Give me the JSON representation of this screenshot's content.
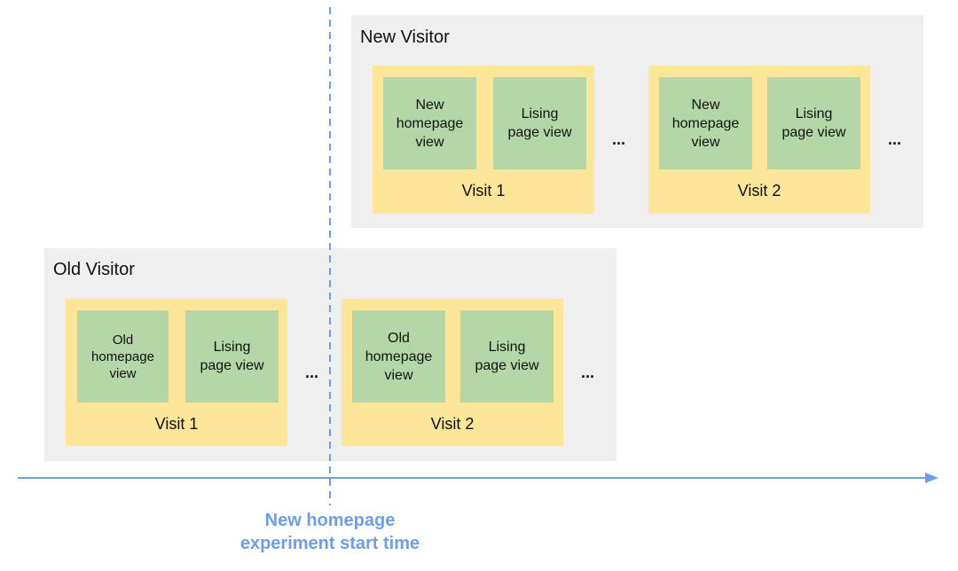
{
  "new_visitor": {
    "title": "New Visitor",
    "visits": [
      {
        "label": "Visit 1",
        "pages": [
          "New\nhomepage\nview",
          "Lising\npage view"
        ]
      },
      {
        "label": "Visit 2",
        "pages": [
          "New\nhomepage\nview",
          "Lising\npage view"
        ]
      }
    ],
    "ellipses": [
      "...",
      "..."
    ]
  },
  "old_visitor": {
    "title": "Old Visitor",
    "visits": [
      {
        "label": "Visit 1",
        "pages": [
          "Old\nhomepage\nview",
          "Lising\npage view"
        ]
      },
      {
        "label": "Visit 2",
        "pages": [
          "Old\nhomepage\nview",
          "Lising\npage view"
        ]
      }
    ],
    "ellipses": [
      "...",
      "..."
    ]
  },
  "timeline": {
    "marker_label": "New homepage\nexperiment start time"
  },
  "colors": {
    "visitor_bg": "#efefef",
    "visit_bg": "#fde59a",
    "page_bg": "#b5d6a7",
    "timeline": "#6d9eeb"
  }
}
